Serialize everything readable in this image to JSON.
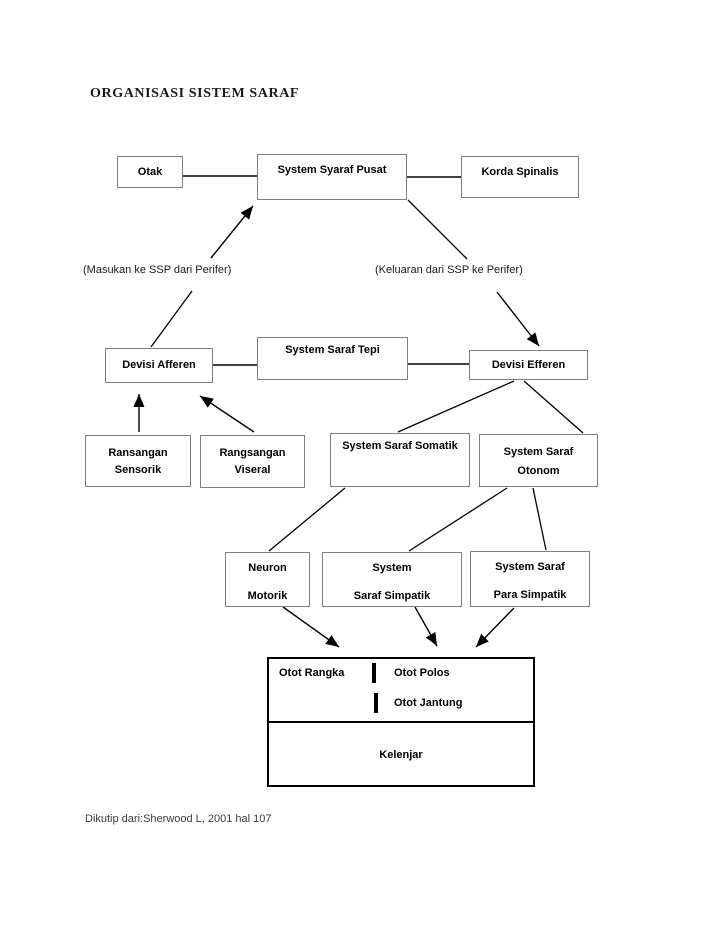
{
  "page": {
    "title": "ORGANISASI SISTEM SARAF",
    "caption": "Dikutip dari:Sherwood L, 2001 hal 107"
  },
  "annotations": {
    "masukan": "(Masukan ke SSP dari Perifer)",
    "keluaran": "(Keluaran dari SSP ke Perifer)"
  },
  "nodes": {
    "otak": {
      "label": "Otak"
    },
    "ssp": {
      "label": "System Syaraf Pusat"
    },
    "korda": {
      "label": "Korda Spinalis"
    },
    "afferen": {
      "label": "Devisi Afferen"
    },
    "tepi": {
      "label": "System Saraf Tepi"
    },
    "efferen": {
      "label": "Devisi Efferen"
    },
    "sensorik": {
      "line1": "Ransangan",
      "line2": "Sensorik"
    },
    "viseral": {
      "line1": "Rangsangan",
      "line2": "Viseral"
    },
    "somatik": {
      "label": "System Saraf Somatik"
    },
    "otonom": {
      "line1": "System Saraf",
      "line2": "Otonom"
    },
    "neuron_motorik": {
      "line1": "Neuron",
      "line2": "Motorik"
    },
    "simpatik": {
      "line1": "System",
      "line2": "Saraf Simpatik"
    },
    "para_simpatik": {
      "line1": "System Saraf",
      "line2": "Para Simpatik"
    }
  },
  "effector_table": {
    "otot_rangka": "Otot Rangka",
    "otot_polos": "Otot Polos",
    "otot_jantung": "Otot Jantung",
    "kelenjar": "Kelenjar"
  },
  "colors": {
    "connector_line": "#000000",
    "node_border": "#7f7f7f",
    "table_border": "#000000"
  }
}
